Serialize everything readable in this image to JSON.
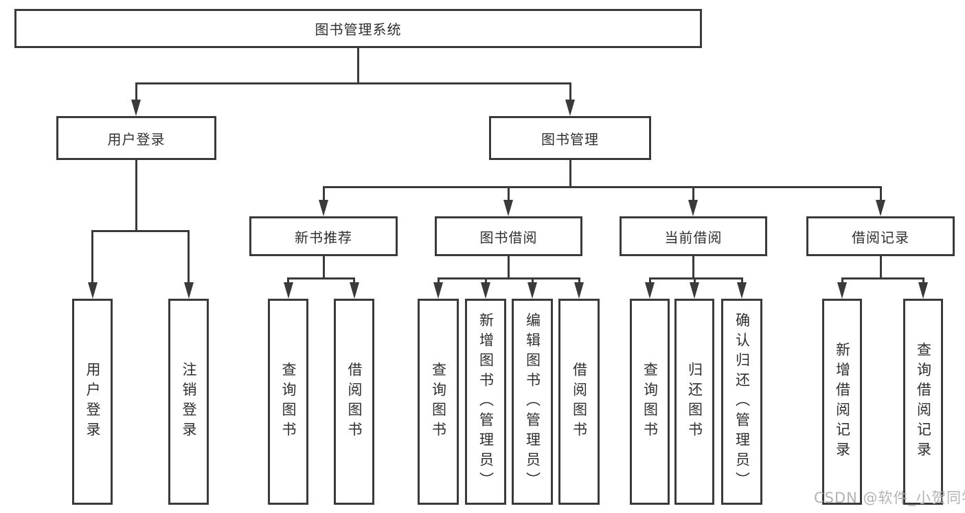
{
  "diagram": {
    "type": "tree",
    "line_color": "#3a3a3a",
    "root": {
      "label": "图书管理系统"
    },
    "branches": [
      {
        "label": "用户登录",
        "children": [
          {
            "label": "用户登录"
          },
          {
            "label": "注销登录"
          }
        ]
      },
      {
        "label": "图书管理",
        "children": [
          {
            "label": "新书推荐",
            "children": [
              {
                "label": "查询图书"
              },
              {
                "label": "借阅图书"
              }
            ]
          },
          {
            "label": "图书借阅",
            "children": [
              {
                "label": "查询图书"
              },
              {
                "label": "新增图书（管理员）"
              },
              {
                "label": "编辑图书（管理员）"
              },
              {
                "label": "借阅图书"
              }
            ]
          },
          {
            "label": "当前借阅",
            "children": [
              {
                "label": "查询图书"
              },
              {
                "label": "归还图书"
              },
              {
                "label": "确认归还（管理员）"
              }
            ]
          },
          {
            "label": "借阅记录",
            "children": [
              {
                "label": "新增借阅记录"
              },
              {
                "label": "查询借阅记录"
              }
            ]
          }
        ]
      }
    ]
  },
  "watermark": {
    "text": "CSDN @软件_小贺同学",
    "color": "#b3b3b3"
  }
}
